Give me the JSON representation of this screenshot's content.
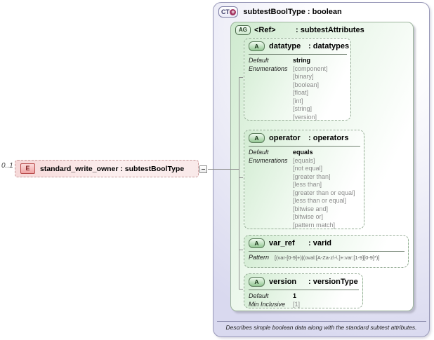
{
  "element": {
    "occurrence": "0..1",
    "icon": "E",
    "label": "standard_write_owner : subtestBoolType"
  },
  "complex_type": {
    "icon": "CT",
    "icon_plus": "+",
    "title": "subtestBoolType : boolean",
    "annotation": "Describes simple boolean data along with the standard subtest attributes.",
    "attribute_group": {
      "icon": "AG",
      "ref": "<Ref>",
      "type": ": subtestAttributes",
      "attributes": [
        {
          "icon": "A",
          "name": "datatype",
          "type": ": datatypes",
          "facets": {
            "default_label": "Default",
            "default_value": "string",
            "enumerations_label": "Enumerations",
            "enumerations": [
              "[component]",
              "[binary]",
              "[boolean]",
              "[float]",
              "[int]",
              "[string]",
              "[version]"
            ]
          }
        },
        {
          "icon": "A",
          "name": "operator",
          "type": ": operators",
          "facets": {
            "default_label": "Default",
            "default_value": "equals",
            "enumerations_label": "Enumerations",
            "enumerations": [
              "[equals]",
              "[not equal]",
              "[greater than]",
              "[less than]",
              "[greater than or equal]",
              "[less than or equal]",
              "[bitwise and]",
              "[bitwise or]",
              "[pattern match]"
            ]
          }
        },
        {
          "icon": "A",
          "name": "var_ref",
          "type": ": varid",
          "facets": {
            "pattern_label": "Pattern",
            "pattern_value": "[(var-[0-9]+)|(oval:[A-Za-z\\-\\.]+:var:[1-9][0-9]*)]"
          }
        },
        {
          "icon": "A",
          "name": "version",
          "type": ": versionType",
          "facets": {
            "default_label": "Default",
            "default_value": "1",
            "min_inclusive_label": "Min Inclusive",
            "min_inclusive_value": "[1]"
          }
        }
      ]
    }
  },
  "colors": {
    "accent_green": "#cfeacf",
    "accent_lavender": "#d9d9ef",
    "accent_pink": "#f6d8d8",
    "ct_plus_circle": "#a23360",
    "line_gray": "#909090"
  }
}
